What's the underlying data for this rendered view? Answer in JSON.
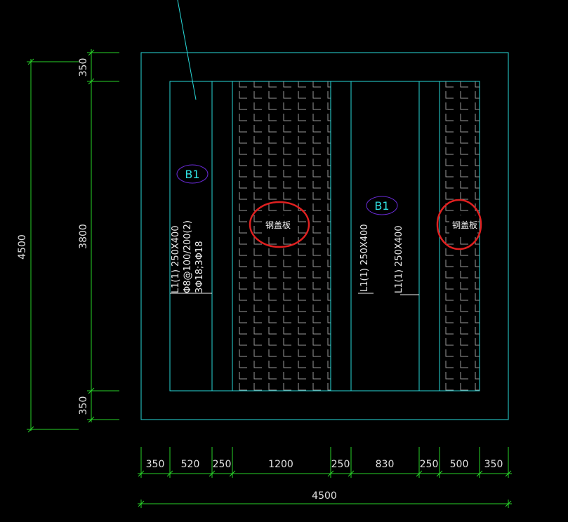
{
  "colors": {
    "background": "#000000",
    "outline": "#28d8d8",
    "dimension": "#29d229",
    "dim_text": "#e0e0e0",
    "label_cyan": "#30e0e0",
    "label_white": "#f0f0f0",
    "tag_circle": "#6a2bd8",
    "hatch": "#9a9a9a",
    "highlight": "#e02020"
  },
  "dimensions": {
    "left_overall": "4500",
    "left_segments": [
      "350",
      "3800",
      "350"
    ],
    "bottom_segments": [
      "350",
      "520",
      "250",
      "1200",
      "250",
      "830",
      "250",
      "500",
      "350"
    ],
    "bottom_overall": "4500"
  },
  "slab_tags": [
    "B1",
    "B1"
  ],
  "beam_labels": {
    "left_beam": [
      "L1(1) 250X400",
      "Φ8@100/200(2)",
      "3Φ18;3Φ18"
    ],
    "middle_beam": "L1(1) 250X400",
    "right_beam": "L1(1) 250X400"
  },
  "steel_cover_plate": [
    "钢盖板",
    "钢盖板"
  ]
}
